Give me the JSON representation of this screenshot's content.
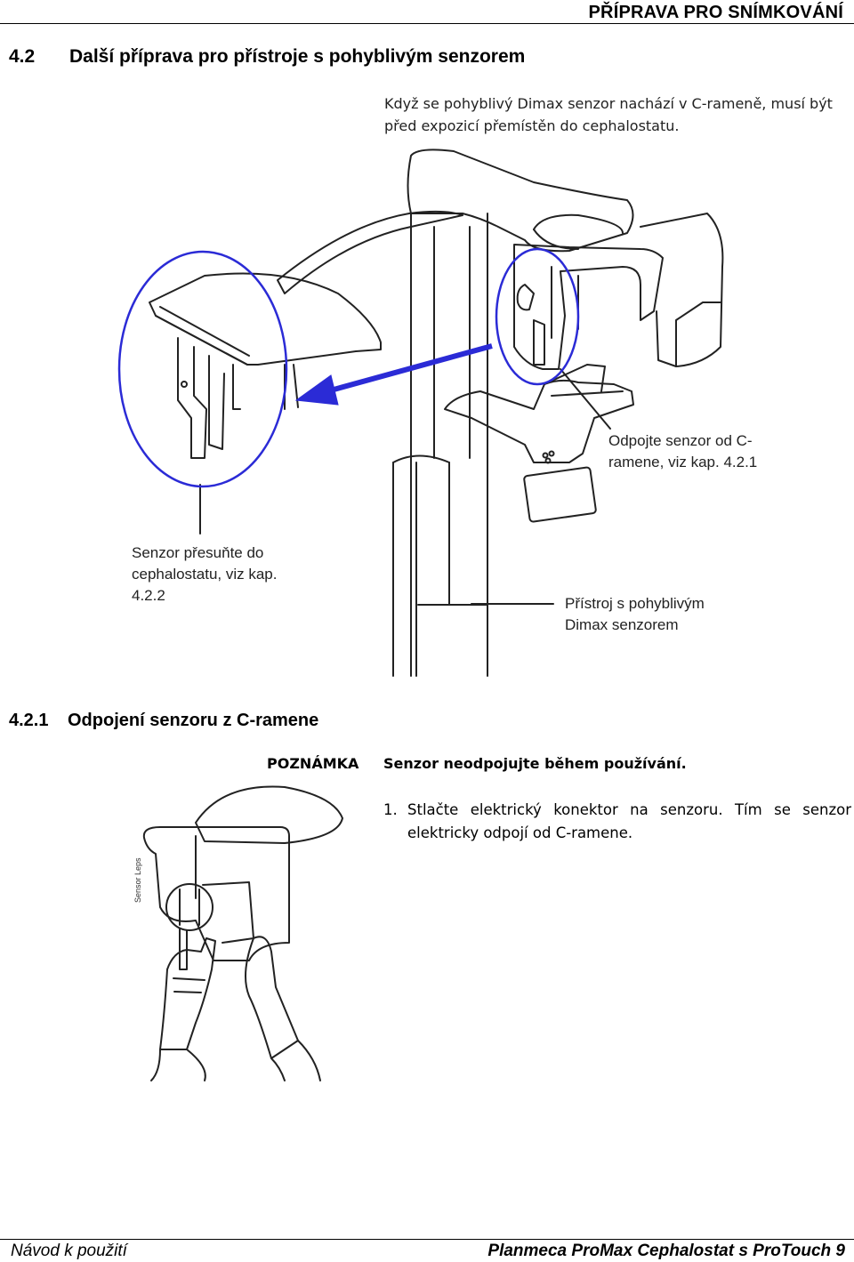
{
  "header": {
    "title": "PŘÍPRAVA PRO SNÍMKOVÁNÍ"
  },
  "section": {
    "number": "4.2",
    "title": "Další příprava pro přístroje s pohyblivým senzorem"
  },
  "intro": "Když se pohyblivý Dimax senzor nachází v C-rameně, musí být před expozicí přemístěn do cephalostatu.",
  "figure1": {
    "callout_disconnect_l1": "Odpojte senzor od C-",
    "callout_disconnect_l2": "ramene, viz kap. 4.2.1",
    "callout_move_l1": "Senzor přesuňte do",
    "callout_move_l2": "cephalostatu, viz kap.",
    "callout_move_l3": "4.2.2",
    "callout_device_l1": "Přístroj s pohyblivým",
    "callout_device_l2": "Dimax senzorem",
    "highlight_color": "#2b2bd6",
    "arrow_color": "#2b2bd6"
  },
  "subsection": {
    "number": "4.2.1",
    "title": "Odpojení senzoru z C-ramene"
  },
  "note": {
    "label": "POZNÁMKA",
    "text": "Senzor neodpojujte během používání."
  },
  "steps": [
    {
      "num": "1.",
      "text": "Stlačte elektrický konektor na senzoru. Tím se senzor elektricky odpojí od C-ramene."
    }
  ],
  "figure2": {
    "sensor_label": "Sensor Leps"
  },
  "footer": {
    "left": "Návod k použití",
    "right": "Planmeca ProMax Cephalostat s ProTouch 9"
  }
}
